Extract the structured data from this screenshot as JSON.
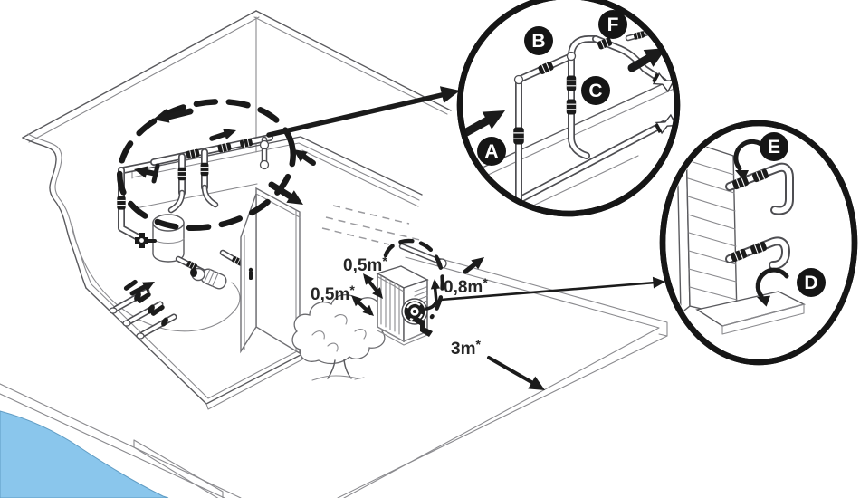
{
  "colors": {
    "paper": "#ffffff",
    "line_art": "#58585a",
    "ink_black": "#1b1b1b",
    "pool_water": "#8ac6ec"
  },
  "scene": {
    "clearances": [
      {
        "id": "clearance-above",
        "value": "0,5m",
        "marker": "*"
      },
      {
        "id": "clearance-side",
        "value": "0,5m",
        "marker": "*"
      },
      {
        "id": "clearance-front",
        "value": "0,8m",
        "marker": "*"
      },
      {
        "id": "clearance-blowout",
        "value": "3m",
        "marker": "*"
      }
    ]
  },
  "callouts": {
    "hydraulic_detail": {
      "badges": {
        "a": "A",
        "b": "B",
        "c": "C",
        "f": "F"
      }
    },
    "unit_detail": {
      "badges": {
        "d": "D",
        "e": "E"
      }
    }
  },
  "icons": {
    "flow-arrow": "➤",
    "double-ended-arrow": "↔",
    "rotation-ccw-arrow": "⟲",
    "detail-magnifier-circle": "◯",
    "dashed-highlight-ellipse": "◌",
    "fan-icon": "✹",
    "valve-coupling": "▮",
    "pipe-union": "⋈"
  }
}
